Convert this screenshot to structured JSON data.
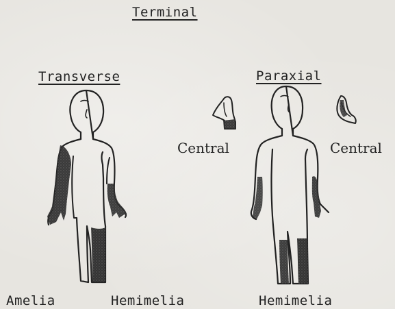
{
  "heading": "Terminal",
  "left_group": {
    "title": "Transverse",
    "labels": {
      "amelia": "Amelia",
      "hemimelia": "Hemimelia"
    }
  },
  "right_group": {
    "title": "Paraxial",
    "label": "Hemimelia"
  },
  "hand_labels": {
    "central_left": "Central",
    "central_right": "Central"
  },
  "colors": {
    "paper": "#e7e5e0",
    "ink": "#222222",
    "shade": "#2b2b2b"
  }
}
